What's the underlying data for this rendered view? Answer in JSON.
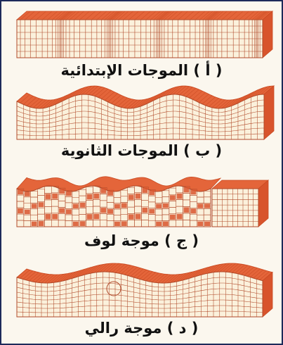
{
  "figure": {
    "panels": [
      {
        "id": "primary",
        "caption": "( أ ) الموجات الإبتدائية"
      },
      {
        "id": "secondary",
        "caption": "( ب ) الموجات الثانوية"
      },
      {
        "id": "love",
        "caption": "( ج ) موجة لوف"
      },
      {
        "id": "rayleigh",
        "caption": "( د ) موجة رالي"
      }
    ],
    "colors": {
      "top_face": "#e4653a",
      "top_face_dark": "#c94a22",
      "side_face": "#d8542c",
      "front_face": "#fbf1dc",
      "grid_line": "#b04a2a",
      "background": "#fbf7ee"
    }
  }
}
